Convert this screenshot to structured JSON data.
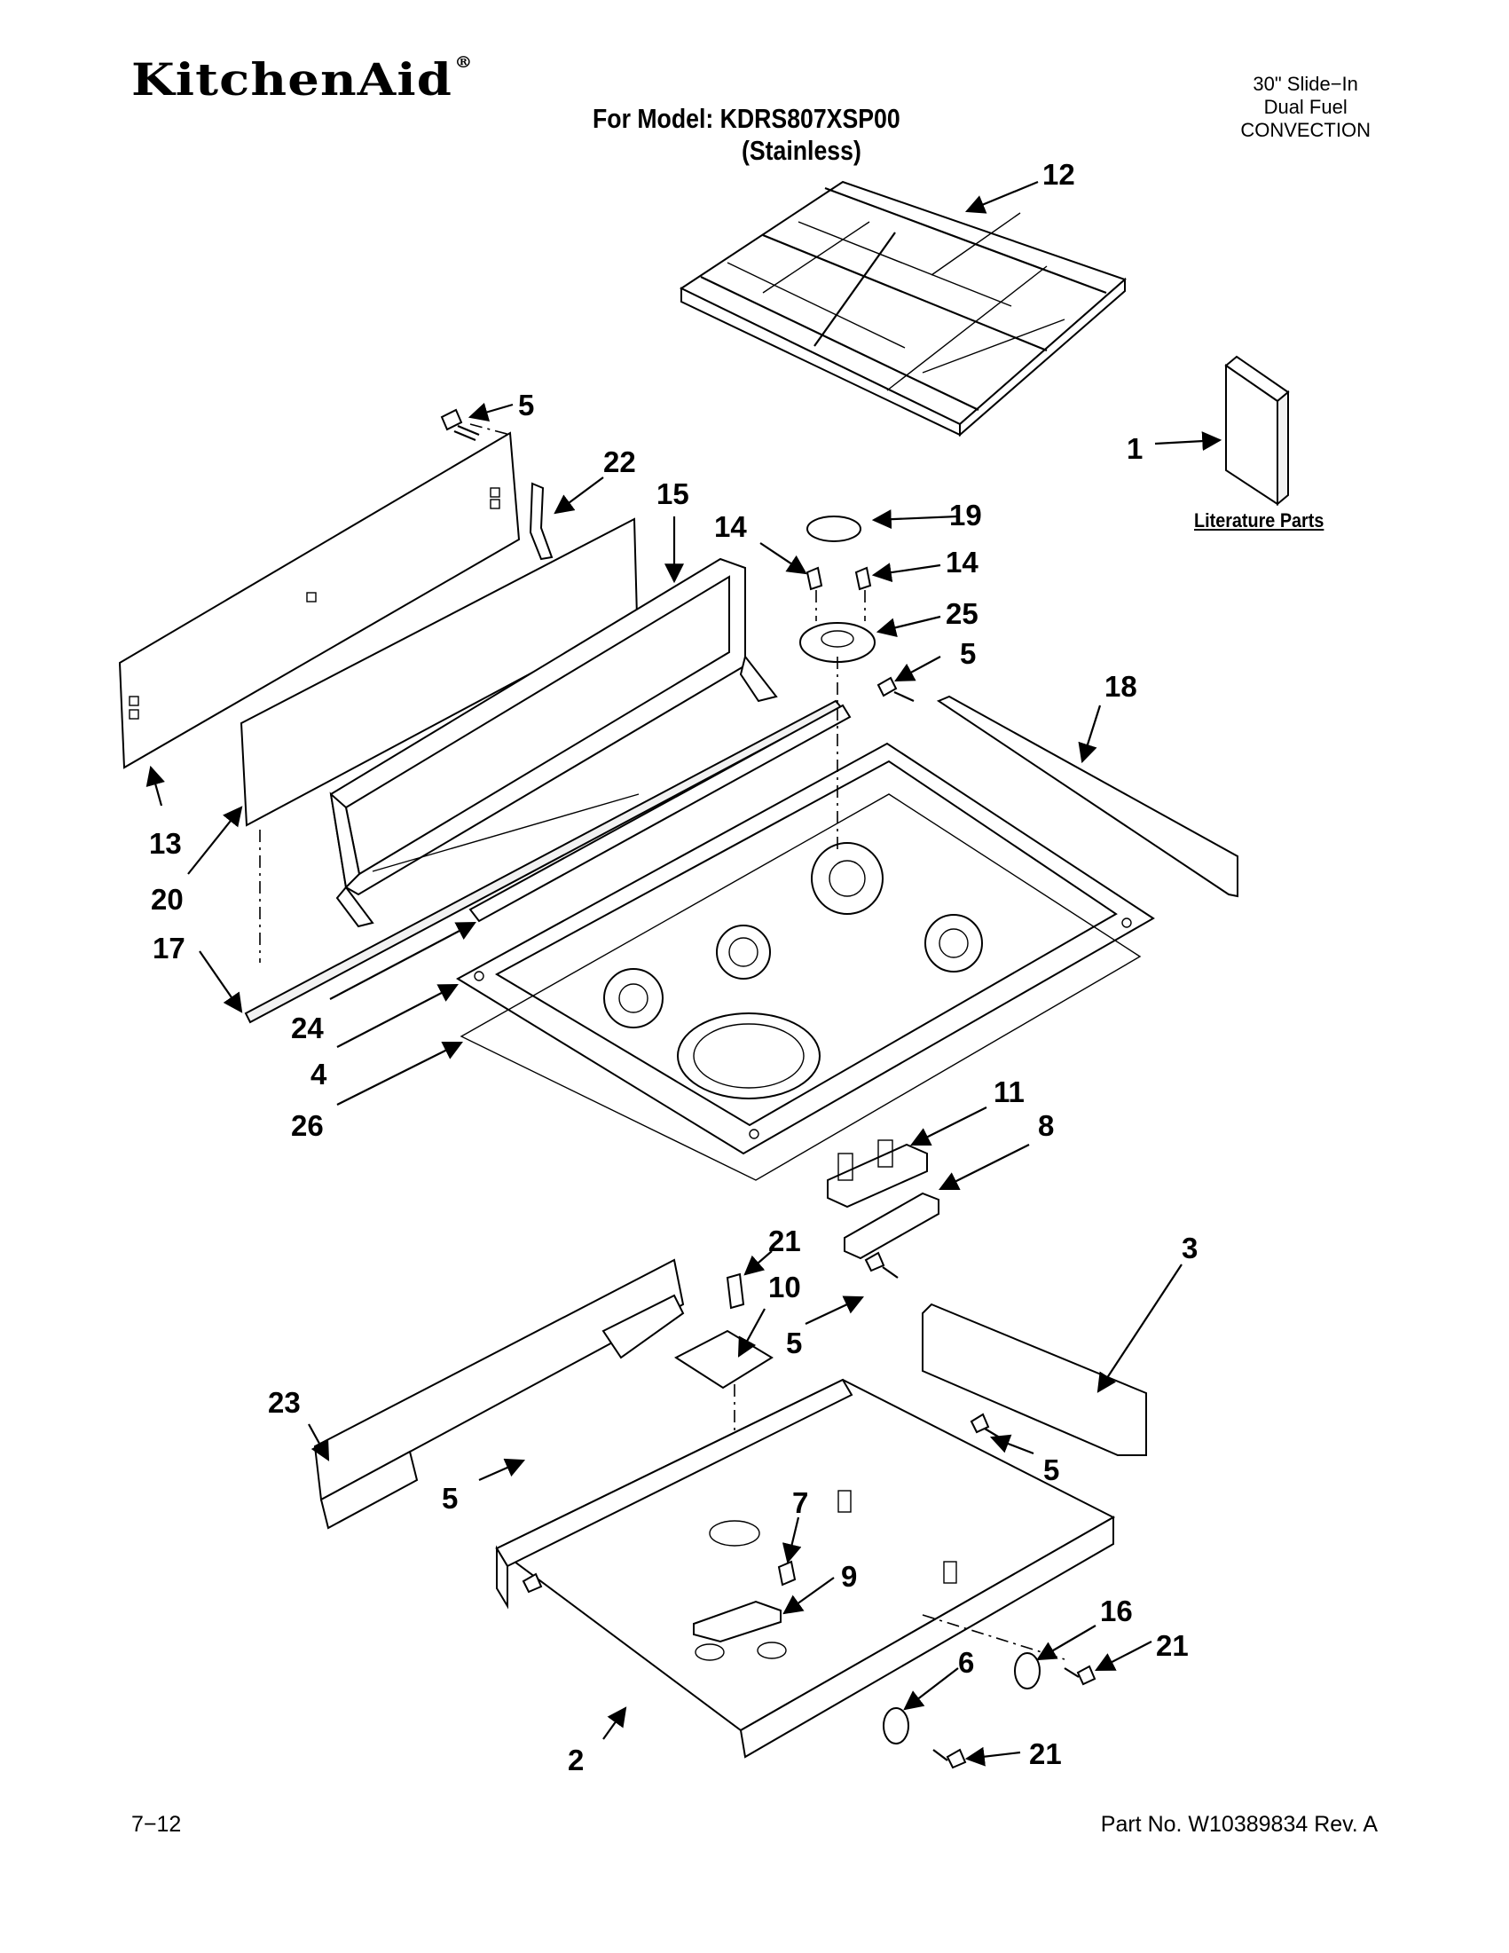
{
  "header": {
    "brand": "KitchenAid",
    "registered": "®",
    "model_line": "For Model: KDRS807XSP00",
    "variant_line": "(Stainless)",
    "description": [
      "30\" Slide−In",
      "Dual Fuel",
      "CONVECTION"
    ]
  },
  "literature_label": "Literature Parts",
  "footer": {
    "page": "7−12",
    "part_number": "Part No. W10389834 Rev. A"
  },
  "callouts": [
    "12",
    "1",
    "5",
    "22",
    "15",
    "19",
    "14",
    "14",
    "25",
    "5",
    "18",
    "13",
    "20",
    "17",
    "24",
    "4",
    "26",
    "11",
    "8",
    "21",
    "10",
    "5",
    "3",
    "23",
    "5",
    "5",
    "7",
    "9",
    "16",
    "21",
    "6",
    "21",
    "2"
  ]
}
